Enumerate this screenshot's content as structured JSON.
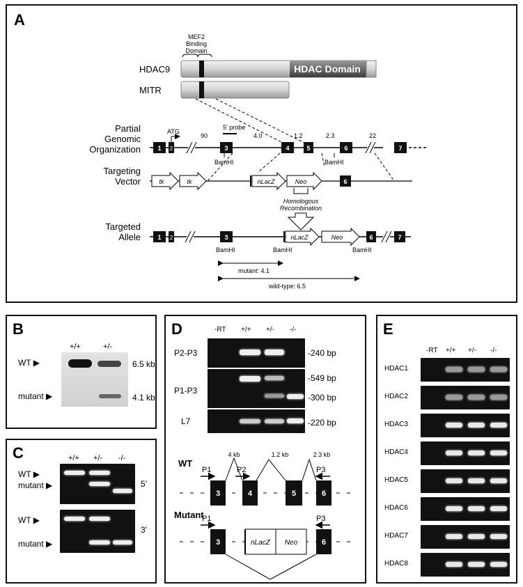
{
  "panelA": {
    "label": "A",
    "mef2": [
      "MEF2",
      "Binding",
      "Domain"
    ],
    "hdac9": "HDAC9",
    "hdac_domain": "HDAC Domain",
    "mitr": "MITR",
    "partial": [
      "Partial",
      "Genomic",
      "Organization"
    ],
    "targeting": [
      "Targeting",
      "Vector"
    ],
    "targeted": [
      "Targeted",
      "Allele"
    ],
    "atg": "ATG",
    "probe": "5' probe",
    "dist": [
      "90",
      "4.0",
      "1.2",
      "2.3",
      "22"
    ],
    "exons": [
      "1",
      "2",
      "3",
      "4",
      "5",
      "6",
      "7"
    ],
    "bamhi": "BamHI",
    "tk": "tk",
    "nlacz": "nLacZ",
    "neo": "Neo",
    "homologous": [
      "Homologous",
      "Recombination"
    ],
    "mutant_size": "mutant:  4.1",
    "wt_size": "wild-type:  6.5"
  },
  "panelB": {
    "label": "B",
    "lanes": [
      "+/+",
      "+/-"
    ],
    "wt": "WT",
    "mutant": "mutant",
    "sizes": [
      "6.5 kb",
      "4.1 kb"
    ]
  },
  "panelC": {
    "label": "C",
    "lanes": [
      "+/+",
      "+/-",
      "-/-"
    ],
    "wt": "WT",
    "mutant": "mutant",
    "ends": [
      "5'",
      "3'"
    ]
  },
  "panelD": {
    "label": "D",
    "lanes": [
      "-RT",
      "+/+",
      "+/-",
      "-/-"
    ],
    "rows": [
      "P2-P3",
      "P1-P3",
      "L7"
    ],
    "sizes": [
      "-240 bp",
      "-549 bp",
      "-300 bp",
      "-220 bp"
    ],
    "wt": "WT",
    "mutant": "Mutant",
    "primers": [
      "P1",
      "P2",
      "P3"
    ],
    "introns": [
      "4 kb",
      "1.2 kb",
      "2.3 kb"
    ],
    "exons": [
      "3",
      "4",
      "5",
      "6"
    ],
    "nlacz": "nLacZ",
    "neo": "Neo"
  },
  "panelE": {
    "label": "E",
    "lanes": [
      "-RT",
      "+/+",
      "+/-",
      "-/-"
    ],
    "rows": [
      "HDAC1",
      "HDAC2",
      "HDAC3",
      "HDAC4",
      "HDAC5",
      "HDAC6",
      "HDAC7",
      "HDAC8"
    ]
  }
}
